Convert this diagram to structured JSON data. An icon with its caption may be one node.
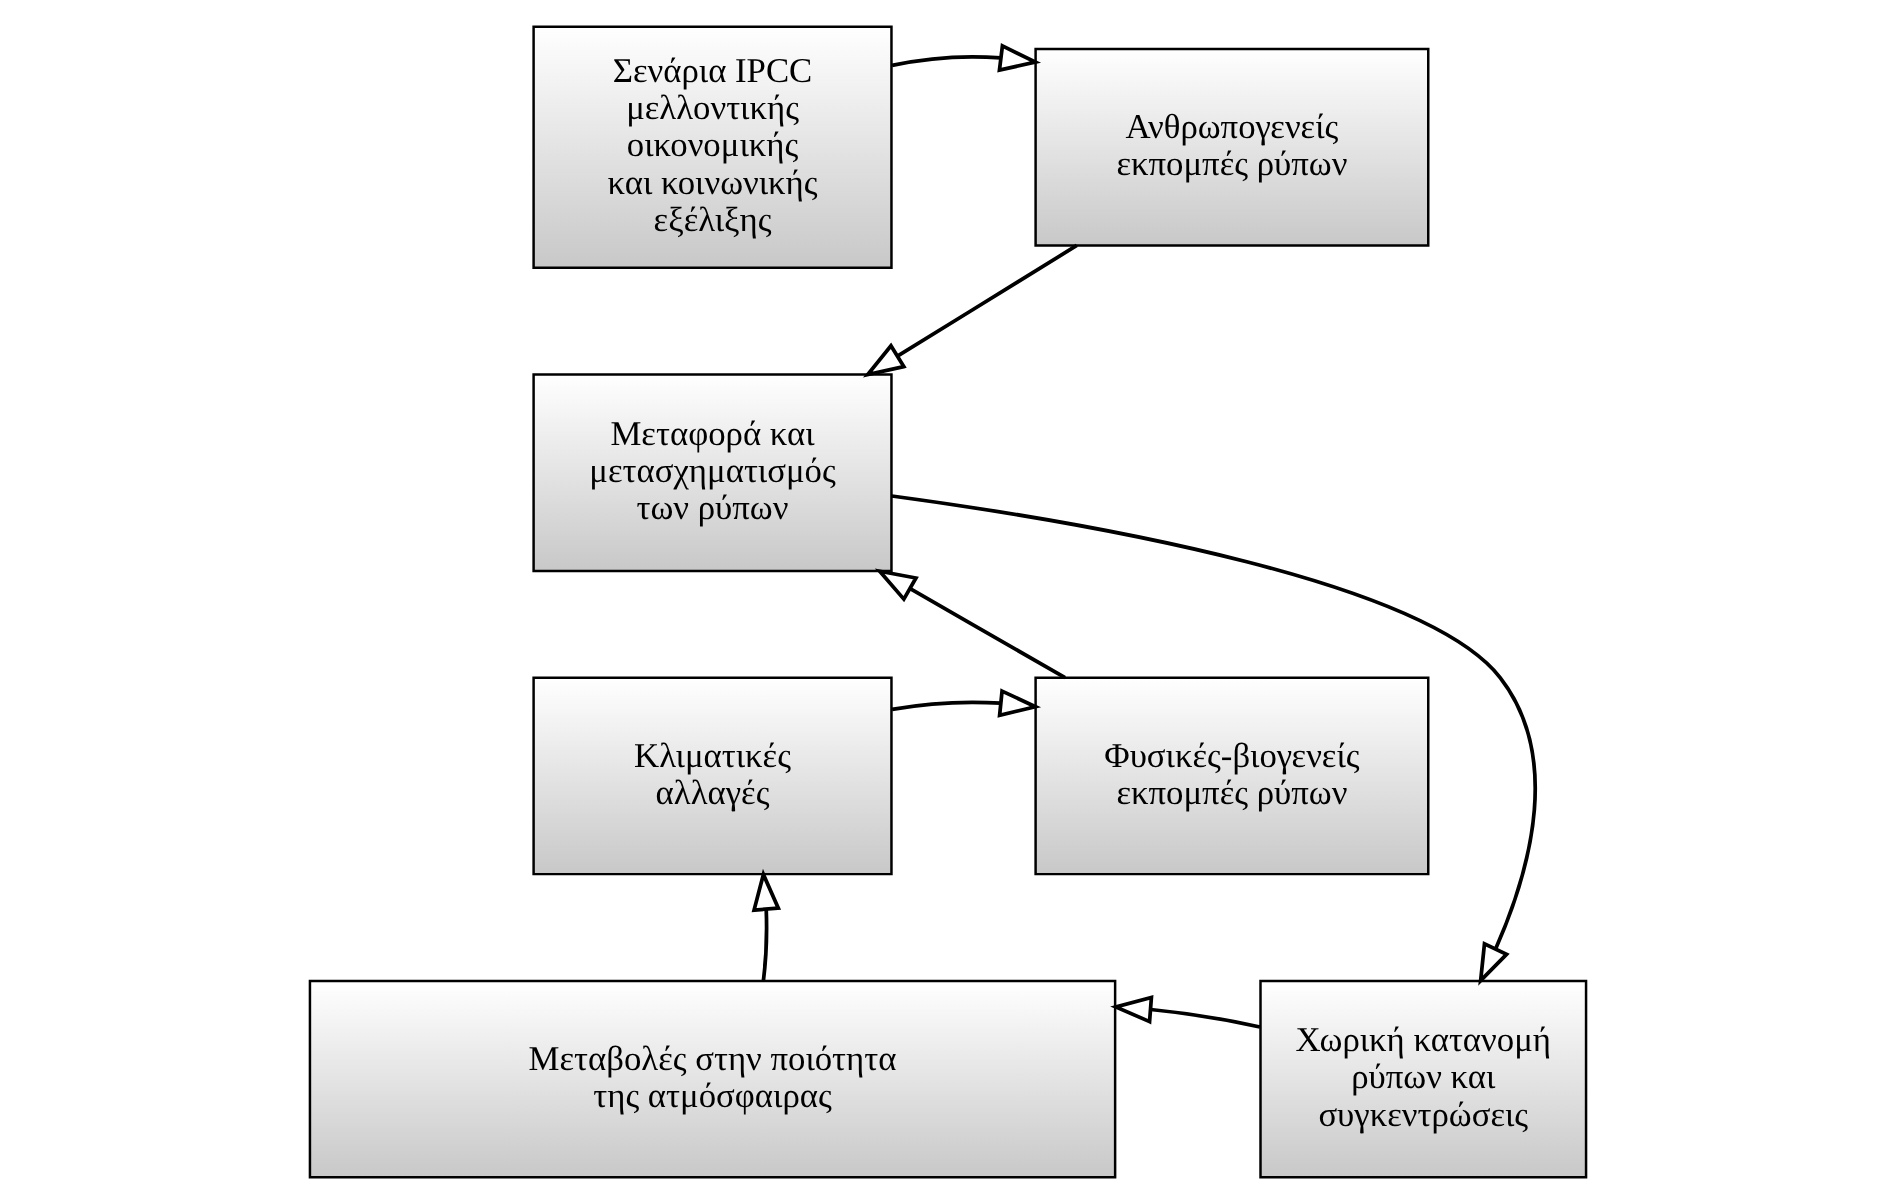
{
  "diagram": {
    "nodes": [
      {
        "text": [
          "Σενάρια IPCC μελλοντικής οικονομικής και κοινωνικής εξέλιξης"
        ]
      },
      {
        "text": [
          "Ανθρωπογενείς εκπομπές ρύπων"
        ]
      },
      {
        "text": [
          "Μεταφορά και μετασχηματισμός των ρύπων"
        ]
      },
      {
        "text": [
          "Κλιματικές αλλαγές"
        ]
      },
      {
        "text": [
          "Φυσικές-βιογενείς εκπομπές ρύπων"
        ]
      },
      {
        "text": [
          "Μεταβολές στην ποιότητα της ατμόσφαιρας"
        ]
      },
      {
        "text": [
          "Χωρική κατανομή ρύπων και συγκεντρώσεις"
        ]
      }
    ],
    "edges": [
      {
        "from": 0,
        "to": 1,
        "arrow": "to"
      },
      {
        "from": 1,
        "to": 2,
        "arrow": "to"
      },
      {
        "from": 3,
        "to": 4,
        "arrow": "to"
      },
      {
        "from": 4,
        "to": 2,
        "arrow": "to"
      },
      {
        "from": 2,
        "to": 6,
        "arrow": "to"
      },
      {
        "from": 6,
        "to": 5,
        "arrow": "to"
      },
      {
        "from": 5,
        "to": 3,
        "arrow": "to"
      }
    ]
  }
}
